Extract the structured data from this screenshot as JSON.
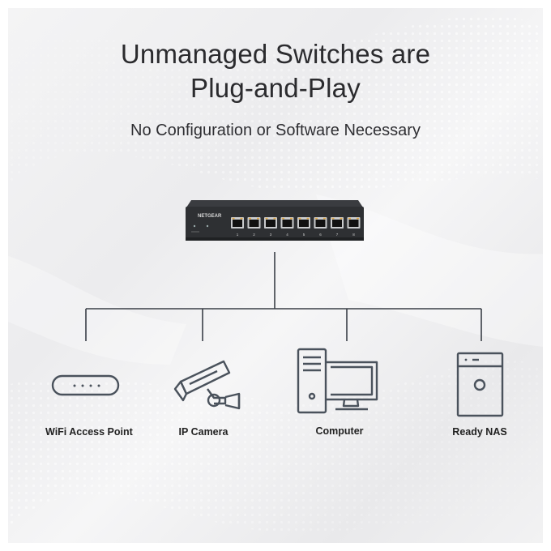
{
  "title": {
    "line1": "Unmanaged Switches are",
    "line2": "Plug-and-Play"
  },
  "subtitle": "No Configuration or Software Necessary",
  "switch": {
    "brand": "NETGEAR",
    "port_numbers": [
      "1",
      "2",
      "3",
      "4",
      "5",
      "6",
      "7",
      "8"
    ],
    "colors": {
      "body": "#2e3033",
      "port_led": "#e0a640"
    }
  },
  "devices": [
    {
      "label": "WiFi Access Point",
      "icon": "wifi-access-point-icon"
    },
    {
      "label": "IP Camera",
      "icon": "ip-camera-icon"
    },
    {
      "label": "Computer",
      "icon": "computer-icon"
    },
    {
      "label": "Ready NAS",
      "icon": "nas-icon"
    }
  ],
  "colors": {
    "line": "#3a3f47",
    "icon_stroke": "#4a525c",
    "text": "#2b2b2e"
  }
}
